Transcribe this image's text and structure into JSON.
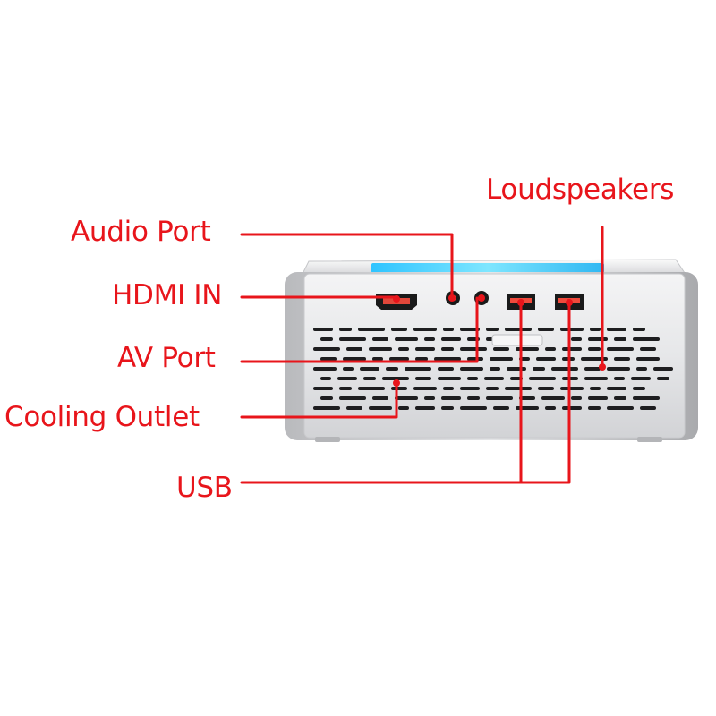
{
  "labels": {
    "loudspeakers": "Loudspeakers",
    "audio_port": "Audio Port",
    "hdmi_in": "HDMI IN",
    "av_port": "AV Port",
    "cooling_outlet": "Cooling Outlet",
    "usb": "USB"
  },
  "colors": {
    "label": "#e8151b",
    "leader_line": "#e8151b",
    "device_body": "#cfd0d2",
    "device_face": "#e9eaec",
    "vent": "#1b1b1d",
    "port_glow": "#f04a3c",
    "display_strip": "#4ad6ff"
  }
}
